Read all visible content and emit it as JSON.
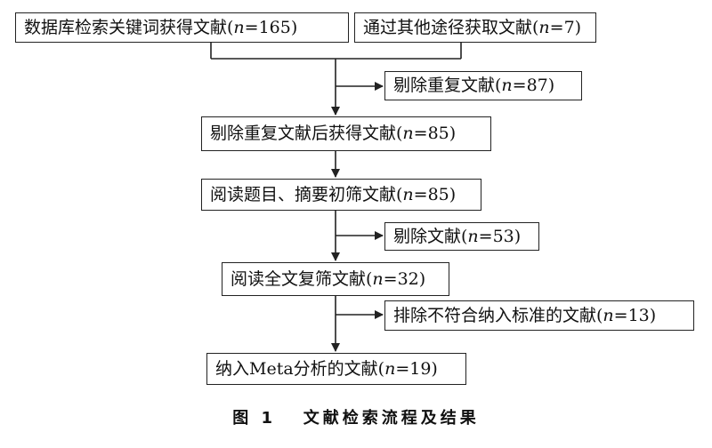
{
  "boxes": {
    "db_search": {
      "pre": "数据库检索关键词获得文献(",
      "n": "n",
      "post": "=165)"
    },
    "other": {
      "pre": "通过其他途径获取文献(",
      "n": "n",
      "post": "=7)"
    },
    "dup_removed": {
      "pre": "剔除重复文献(",
      "n": "n",
      "post": "=87)"
    },
    "after_dedup": {
      "pre": "剔除重复文献后获得文献(",
      "n": "n",
      "post": "=85)"
    },
    "title_abstract": {
      "pre": "阅读题目、摘要初筛文献(",
      "n": "n",
      "post": "=85)"
    },
    "excluded": {
      "pre": "剔除文献(",
      "n": "n",
      "post": "=53)"
    },
    "fulltext": {
      "pre": "阅读全文复筛文献(",
      "n": "n",
      "post": "=32)"
    },
    "not_criteria": {
      "pre": "排除不符合纳入标准的文献(",
      "n": "n",
      "post": "=13)"
    },
    "included": {
      "pre": "纳入Meta分析的文献(",
      "n": "n",
      "post": "=19)"
    }
  },
  "caption": "图 1   文献检索流程及结果"
}
